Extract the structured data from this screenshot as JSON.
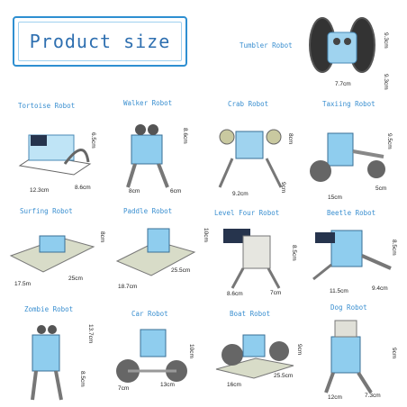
{
  "banner": {
    "title": "Product size"
  },
  "robots": [
    {
      "name": "Tumbler Robot",
      "dims": [
        "7.7cm",
        "9.3cm",
        "9.3cm"
      ]
    },
    {
      "name": "Tortoise Robot",
      "dims": [
        "12.3cm",
        "8.6cm",
        "6.5cm"
      ]
    },
    {
      "name": "Walker Robot",
      "dims": [
        "8cm",
        "6cm",
        "8.6cm"
      ]
    },
    {
      "name": "Crab Robot",
      "dims": [
        "9.2cm",
        "9cm",
        "8cm"
      ]
    },
    {
      "name": "Taxiing Robot",
      "dims": [
        "15cm",
        "5cm",
        "9.5cm"
      ]
    },
    {
      "name": "Surfing Robot",
      "dims": [
        "17.5m",
        "25cm",
        "8cm"
      ]
    },
    {
      "name": "Paddle Robot",
      "dims": [
        "18.7cm",
        "25.5cm",
        "10cm"
      ]
    },
    {
      "name": "Level Four Robot",
      "dims": [
        "8.6cm",
        "7cm",
        "8.5cm"
      ]
    },
    {
      "name": "Beetle Robot",
      "dims": [
        "11.5cm",
        "9.4cm",
        "8.5cm"
      ]
    },
    {
      "name": "Zombie Robot",
      "dims": [
        "8.5cm",
        "13.7cm"
      ]
    },
    {
      "name": "Car Robot",
      "dims": [
        "7cm",
        "13cm",
        "10cm"
      ]
    },
    {
      "name": "Boat Robot",
      "dims": [
        "16cm",
        "25.5cm",
        "9cm"
      ]
    },
    {
      "name": "Dog Robot",
      "dims": [
        "12cm",
        "7.3cm",
        "9cm"
      ]
    }
  ]
}
